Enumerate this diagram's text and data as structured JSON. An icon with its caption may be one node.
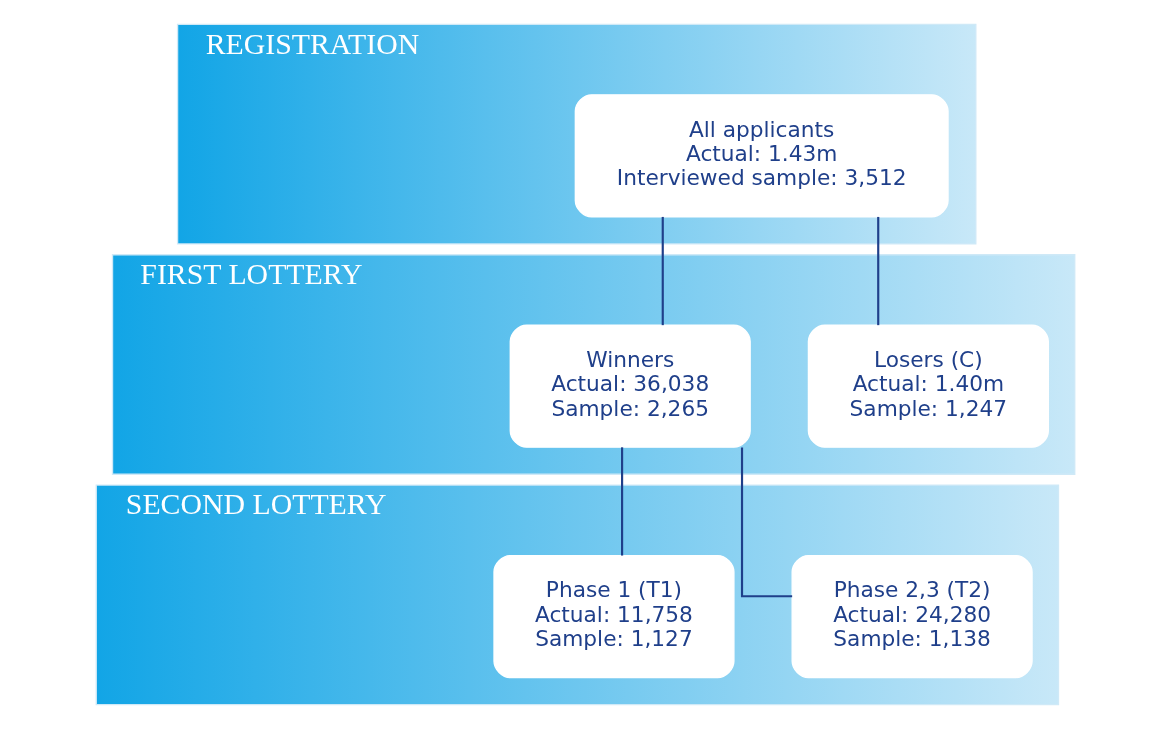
{
  "diagram": {
    "nodes": [
      {
        "text": [
          "REGISTRATION"
        ]
      },
      {
        "text": [
          "All applicants",
          "Actual: 1.43m",
          "Interviewed sample: 3,512"
        ],
        "in": 0
      },
      {
        "text": [
          "FIRST LOTTERY"
        ]
      },
      {
        "text": [
          "Winners",
          "Actual: 36,038",
          "Sample: 2,265"
        ],
        "in": 2
      },
      {
        "text": [
          "Losers (C)",
          "Actual: 1.40m",
          "Sample: 1,247"
        ],
        "in": 2
      },
      {
        "text": [
          "SECOND LOTTERY"
        ]
      },
      {
        "text": [
          "Phase 1 (T1)",
          "Actual: 11,758",
          "Sample: 1,127"
        ],
        "in": 5
      },
      {
        "text": [
          "Phase 2,3 (T2)",
          "Actual: 24,280",
          "Sample: 1,138"
        ],
        "in": 5
      }
    ],
    "edges": [
      {
        "from": 1,
        "to": 3,
        "arrow": "none"
      },
      {
        "from": 1,
        "to": 4,
        "arrow": "none"
      },
      {
        "from": 3,
        "to": 6,
        "arrow": "none"
      },
      {
        "from": 3,
        "to": 7,
        "arrow": "none"
      }
    ]
  }
}
